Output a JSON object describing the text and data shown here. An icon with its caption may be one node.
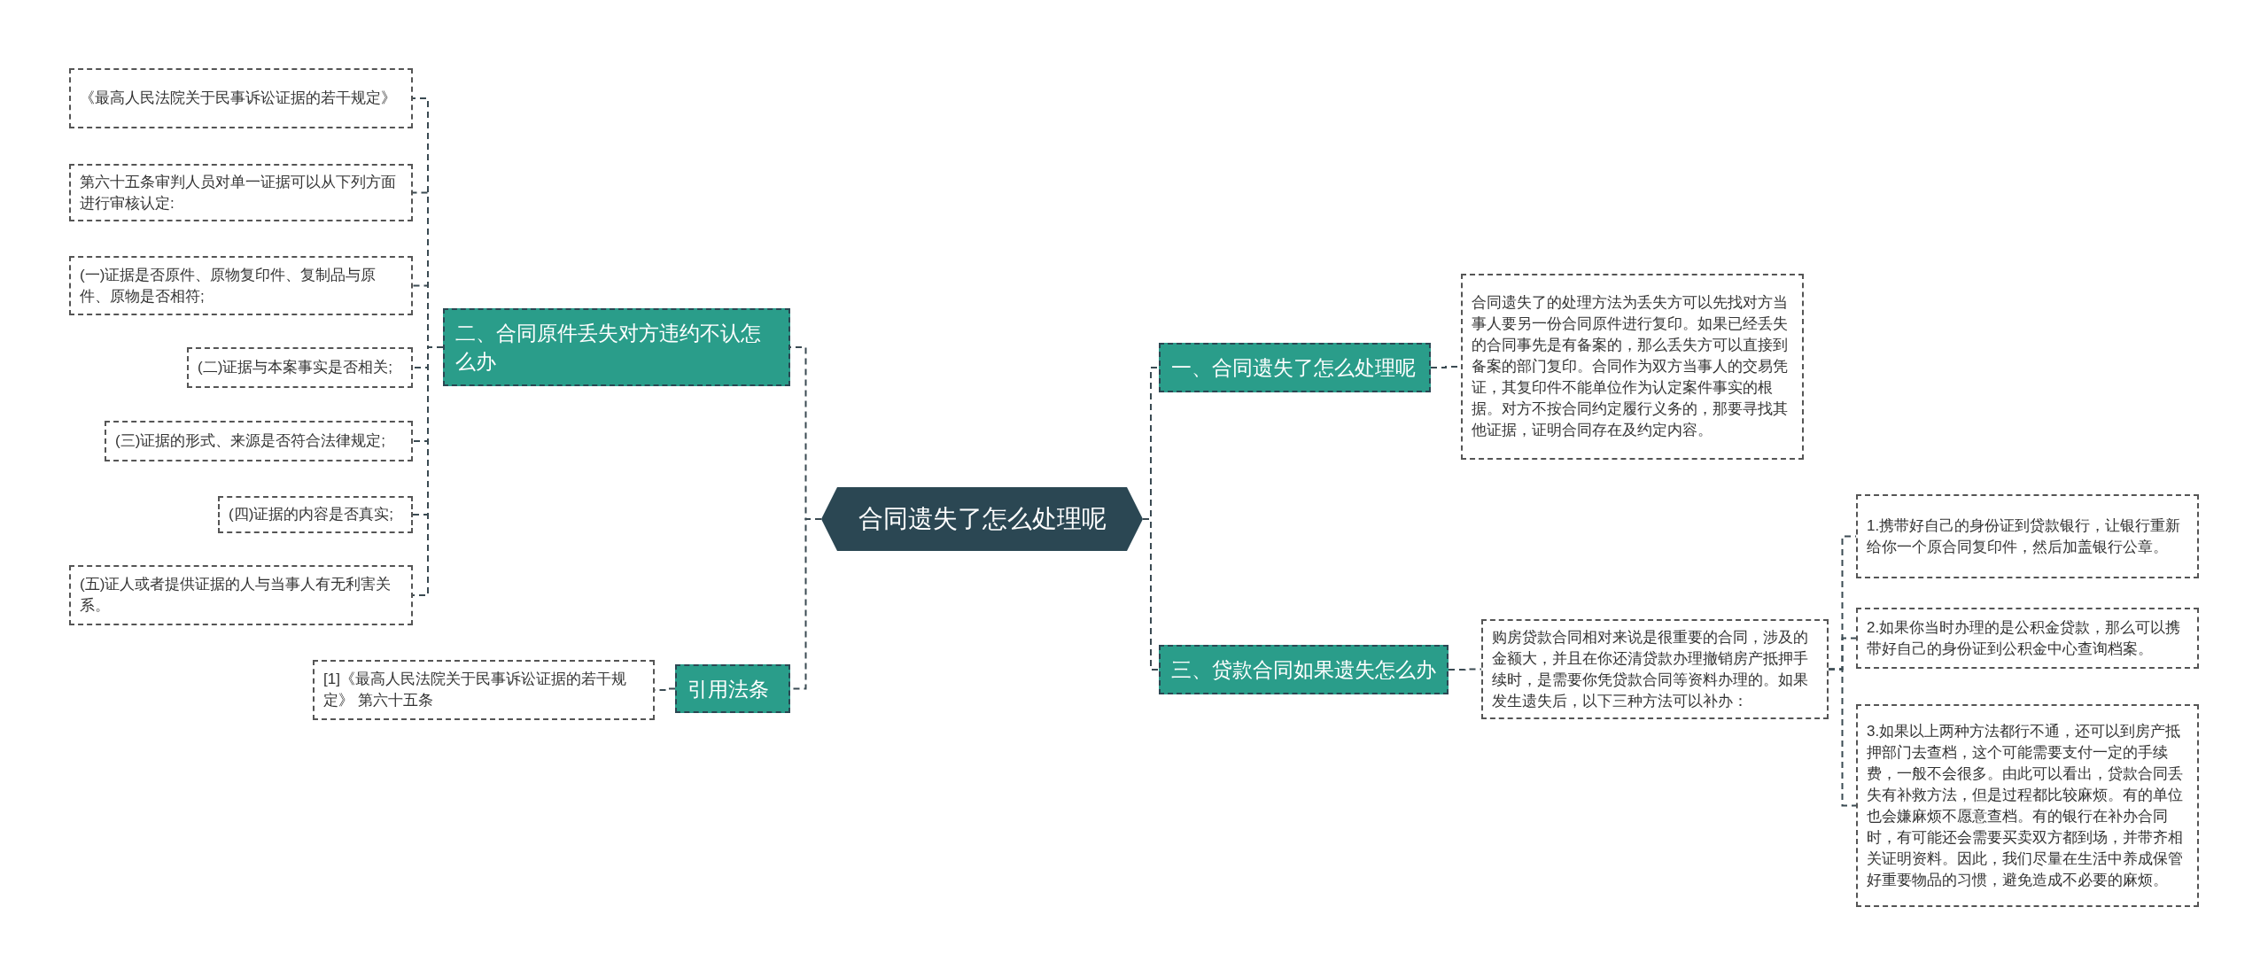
{
  "diagram": {
    "nodes": [
      {
        "text": [
          "合同遗失了怎么处理呢"
        ]
      },
      {
        "text": [
          "一、合同遗失了怎么处理呢"
        ]
      },
      {
        "text": [
          "合同遗失了的处理方法为丢失方可以先找对方当事人要另一份合同原件进行复印。如果已经丢失的合同事先是有备案的，那么丢失方可以直接到备案的部门复印。合同作为双方当事人的交易凭证，其复印件不能单位作为认定案件事实的根据。对方不按合同约定履行义务的，那要寻找其他证据，证明合同存在及约定内容。"
        ]
      },
      {
        "text": [
          "三、贷款合同如果遗失怎么办"
        ]
      },
      {
        "text": [
          "购房贷款合同相对来说是很重要的合同，涉及的金额大，并且在你还清贷款办理撤销房产抵押手续时，是需要你凭贷款合同等资料办理的。如果发生遗失后，以下三种方法可以补办："
        ]
      },
      {
        "text": [
          "1.携带好自己的身份证到贷款银行，让银行重新给你一个原合同复印件，然后加盖银行公章。"
        ]
      },
      {
        "text": [
          "2.如果你当时办理的是公积金贷款，那么可以携带好自己的身份证到公积金中心查询档案。"
        ]
      },
      {
        "text": [
          "3.如果以上两种方法都行不通，还可以到房产抵押部门去查档，这个可能需要支付一定的手续费，一般不会很多。由此可以看出，贷款合同丢失有补救方法，但是过程都比较麻烦。有的单位也会嫌麻烦不愿意查档。有的银行在补办合同时，有可能还会需要买卖双方都到场，并带齐相关证明资料。因此，我们尽量在生活中养成保管好重要物品的习惯，避免造成不必要的麻烦。"
        ]
      },
      {
        "text": [
          "二、合同原件丢失对方违约不认怎么办"
        ]
      },
      {
        "text": [
          "《最高人民法院关于民事诉讼证据的若干规定》"
        ]
      },
      {
        "text": [
          "第六十五条审判人员对单一证据可以从下列方面进行审核认定:"
        ]
      },
      {
        "text": [
          "(一)证据是否原件、原物复印件、复制品与原件、原物是否相符;"
        ]
      },
      {
        "text": [
          "(二)证据与本案事实是否相关;"
        ]
      },
      {
        "text": [
          "(三)证据的形式、来源是否符合法律规定;"
        ]
      },
      {
        "text": [
          "(四)证据的内容是否真实;"
        ]
      },
      {
        "text": [
          "(五)证人或者提供证据的人与当事人有无利害关系。"
        ]
      },
      {
        "text": [
          "引用法条"
        ]
      },
      {
        "text": [
          "[1]《最高人民法院关于民事诉讼证据的若干规定》 第六十五条"
        ]
      }
    ],
    "edges": [
      {
        "from": 0,
        "to": 1,
        "arrow": "none",
        "style": "dashed"
      },
      {
        "from": 1,
        "to": 2,
        "arrow": "none",
        "style": "dashed"
      },
      {
        "from": 0,
        "to": 3,
        "arrow": "none",
        "style": "dashed"
      },
      {
        "from": 3,
        "to": 4,
        "arrow": "none",
        "style": "dashed"
      },
      {
        "from": 4,
        "to": 5,
        "arrow": "none",
        "style": "dashed"
      },
      {
        "from": 4,
        "to": 6,
        "arrow": "none",
        "style": "dashed"
      },
      {
        "from": 4,
        "to": 7,
        "arrow": "none",
        "style": "dashed"
      },
      {
        "from": 0,
        "to": 8,
        "arrow": "none",
        "style": "dashed"
      },
      {
        "from": 8,
        "to": 9,
        "arrow": "none",
        "style": "dashed"
      },
      {
        "from": 8,
        "to": 10,
        "arrow": "none",
        "style": "dashed"
      },
      {
        "from": 8,
        "to": 11,
        "arrow": "none",
        "style": "dashed"
      },
      {
        "from": 8,
        "to": 12,
        "arrow": "none",
        "style": "dashed"
      },
      {
        "from": 8,
        "to": 13,
        "arrow": "none",
        "style": "dashed"
      },
      {
        "from": 8,
        "to": 14,
        "arrow": "none",
        "style": "dashed"
      },
      {
        "from": 8,
        "to": 15,
        "arrow": "none",
        "style": "dashed"
      },
      {
        "from": 0,
        "to": 16,
        "arrow": "none",
        "style": "dashed"
      },
      {
        "from": 16,
        "to": 17,
        "arrow": "none",
        "style": "dashed"
      }
    ]
  }
}
